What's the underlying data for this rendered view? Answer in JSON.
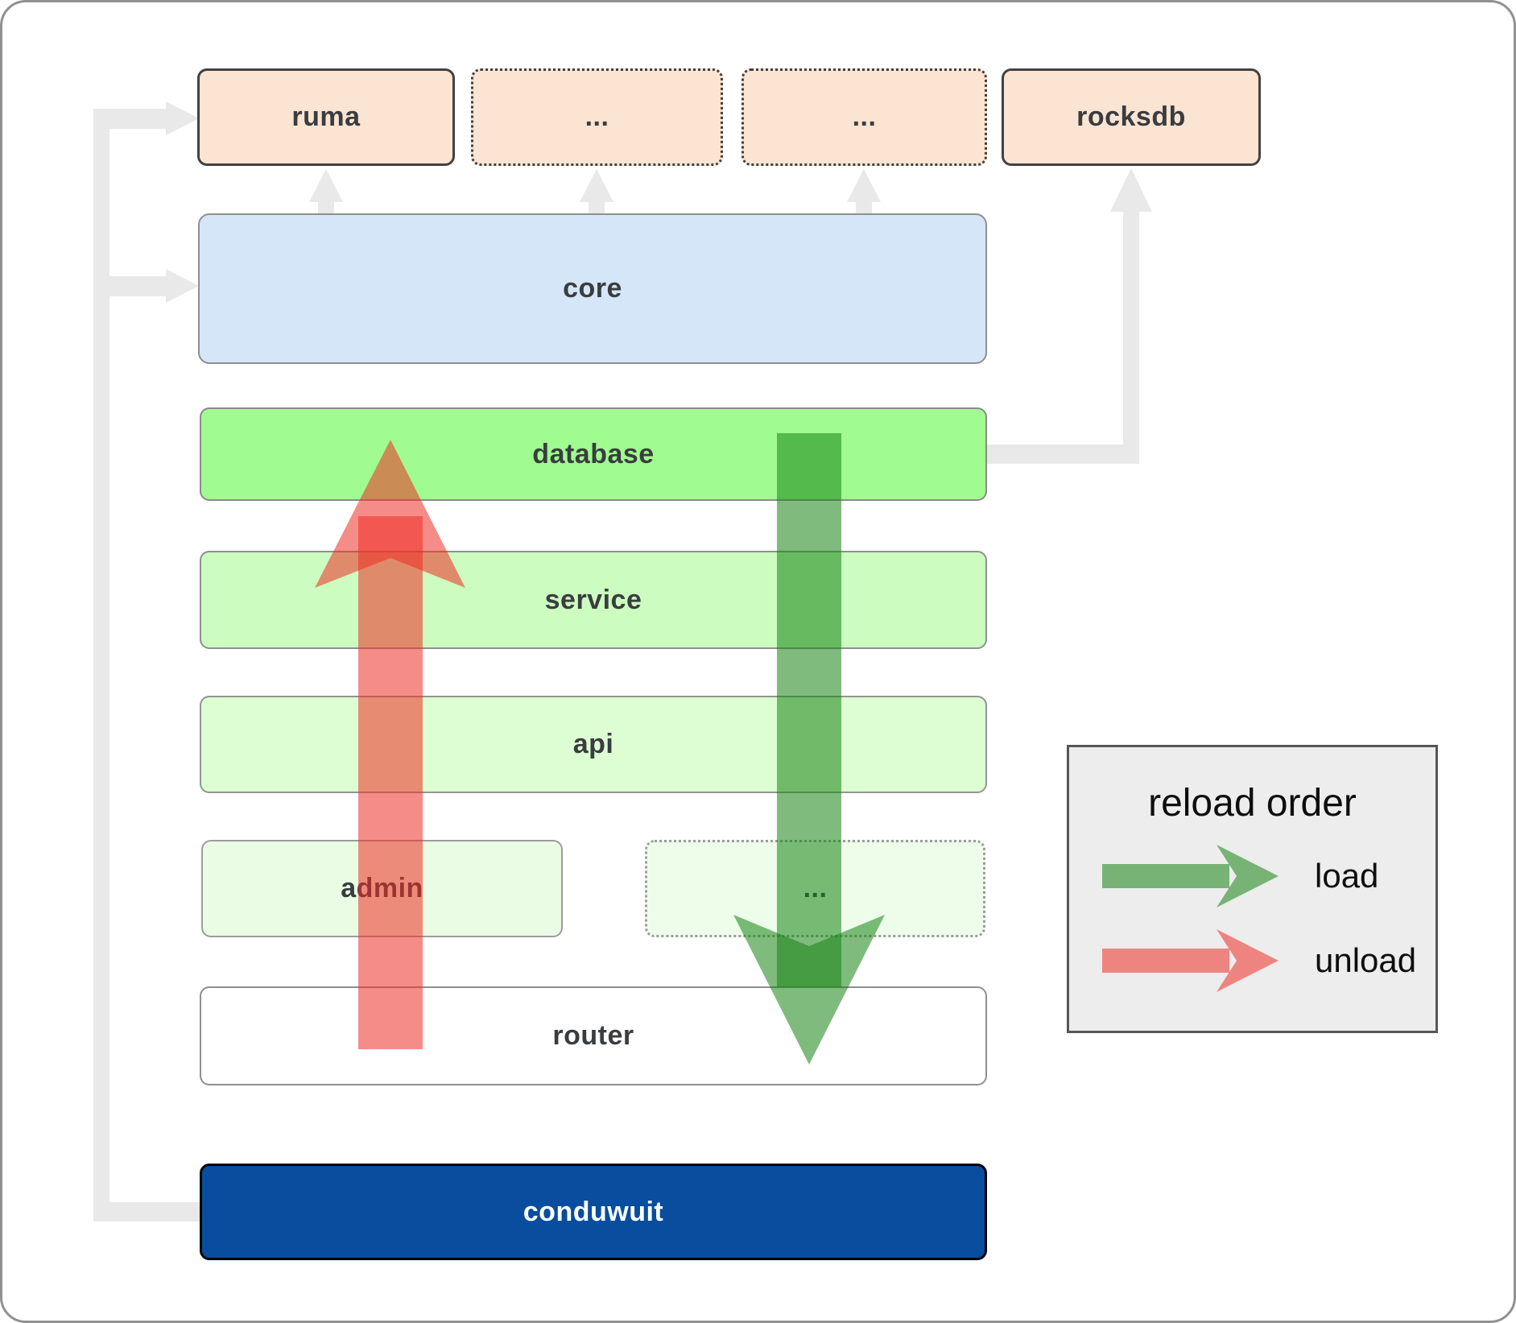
{
  "nodes": {
    "ruma": "ruma",
    "dots_top_1": "...",
    "dots_top_2": "...",
    "rocksdb": "rocksdb",
    "core": "core",
    "database": "database",
    "service": "service",
    "api": "api",
    "admin": "admin",
    "dots_admin": "...",
    "router": "router",
    "conduwuit": "conduwuit"
  },
  "legend": {
    "title": "reload order",
    "items": [
      {
        "label": "load",
        "color": "#168312"
      },
      {
        "label": "unload",
        "color": "#ef2e24"
      }
    ]
  },
  "colors": {
    "connector": "#e9e9e9",
    "dependency_box": "#fce4d2",
    "core_box": "#d5e6f8",
    "database_box": "#a0fc90",
    "conduwuit_box": "#084d9e"
  }
}
